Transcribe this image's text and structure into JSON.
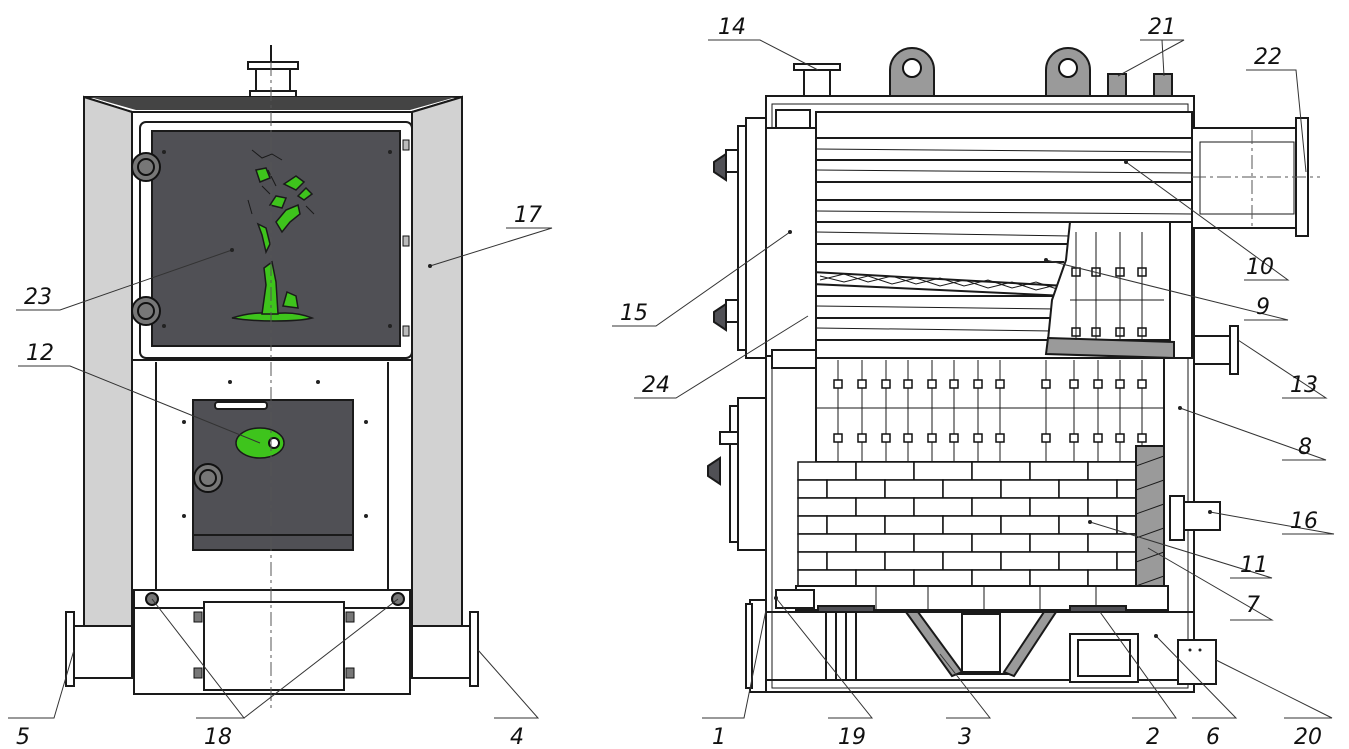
{
  "callouts": [
    {
      "id": "c1",
      "text": "1"
    },
    {
      "id": "c2",
      "text": "2"
    },
    {
      "id": "c3",
      "text": "3"
    },
    {
      "id": "c4",
      "text": "4"
    },
    {
      "id": "c5",
      "text": "5"
    },
    {
      "id": "c6",
      "text": "6"
    },
    {
      "id": "c7",
      "text": "7"
    },
    {
      "id": "c8",
      "text": "8"
    },
    {
      "id": "c9",
      "text": "9"
    },
    {
      "id": "c10",
      "text": "10"
    },
    {
      "id": "c11",
      "text": "11"
    },
    {
      "id": "c12",
      "text": "12"
    },
    {
      "id": "c13",
      "text": "13"
    },
    {
      "id": "c14",
      "text": "14"
    },
    {
      "id": "c15",
      "text": "15"
    },
    {
      "id": "c16",
      "text": "16"
    },
    {
      "id": "c17",
      "text": "17"
    },
    {
      "id": "c18",
      "text": "18"
    },
    {
      "id": "c19",
      "text": "19"
    },
    {
      "id": "c20",
      "text": "20"
    },
    {
      "id": "c21",
      "text": "21"
    },
    {
      "id": "c22",
      "text": "22"
    },
    {
      "id": "c23",
      "text": "23"
    },
    {
      "id": "c24",
      "text": "24"
    }
  ],
  "colors": {
    "door_panel": "#505055",
    "side_panel": "#d2d2d2",
    "logo_green": "#3ec41c",
    "line": "#1a1a1a"
  }
}
